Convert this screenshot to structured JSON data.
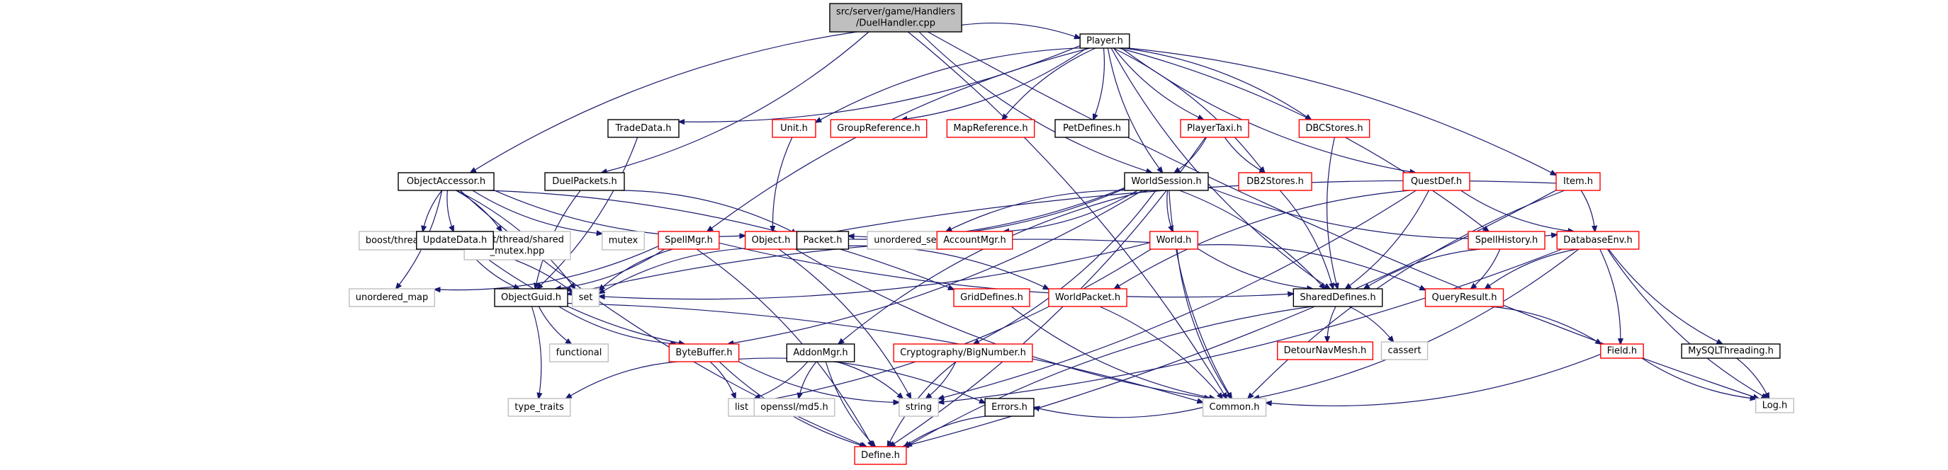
{
  "title": "Include dependency graph for DuelHandler.cpp",
  "colors": {
    "edge": "#191970",
    "documented_border": "#000000",
    "undocumented_border": "#ff0000",
    "system_border": "#bfbfbf",
    "root_fill": "#bfbfbf"
  },
  "nodes": [
    {
      "id": "root",
      "label": [
        "src/server/game/Handlers",
        "/DuelHandler.cpp"
      ],
      "kind": "root"
    },
    {
      "id": "player",
      "label": [
        "Player.h"
      ],
      "kind": "black"
    },
    {
      "id": "tradedata",
      "label": [
        "TradeData.h"
      ],
      "kind": "black"
    },
    {
      "id": "unit",
      "label": [
        "Unit.h"
      ],
      "kind": "red"
    },
    {
      "id": "groupref",
      "label": [
        "GroupReference.h"
      ],
      "kind": "red"
    },
    {
      "id": "mapref",
      "label": [
        "MapReference.h"
      ],
      "kind": "red"
    },
    {
      "id": "petdefines",
      "label": [
        "PetDefines.h"
      ],
      "kind": "black"
    },
    {
      "id": "playertaxi",
      "label": [
        "PlayerTaxi.h"
      ],
      "kind": "red"
    },
    {
      "id": "dbcstores",
      "label": [
        "DBCStores.h"
      ],
      "kind": "red"
    },
    {
      "id": "objectaccessor",
      "label": [
        "ObjectAccessor.h"
      ],
      "kind": "black"
    },
    {
      "id": "duelpackets",
      "label": [
        "DuelPackets.h"
      ],
      "kind": "black"
    },
    {
      "id": "worldsession",
      "label": [
        "WorldSession.h"
      ],
      "kind": "black"
    },
    {
      "id": "db2stores",
      "label": [
        "DB2Stores.h"
      ],
      "kind": "red"
    },
    {
      "id": "questdef",
      "label": [
        "QuestDef.h"
      ],
      "kind": "red"
    },
    {
      "id": "item",
      "label": [
        "Item.h"
      ],
      "kind": "red"
    },
    {
      "id": "boostlocks",
      "label": [
        "boost/thread/locks.hpp"
      ],
      "kind": "gray"
    },
    {
      "id": "boostshared",
      "label": [
        "boost/thread/shared",
        "_mutex.hpp"
      ],
      "kind": "gray"
    },
    {
      "id": "mutex",
      "label": [
        "mutex"
      ],
      "kind": "gray"
    },
    {
      "id": "updatedata",
      "label": [
        "UpdateData.h"
      ],
      "kind": "black"
    },
    {
      "id": "spellmgr",
      "label": [
        "SpellMgr.h"
      ],
      "kind": "red"
    },
    {
      "id": "object",
      "label": [
        "Object.h"
      ],
      "kind": "red"
    },
    {
      "id": "packet",
      "label": [
        "Packet.h"
      ],
      "kind": "black"
    },
    {
      "id": "unorderedset",
      "label": [
        "unordered_set"
      ],
      "kind": "gray"
    },
    {
      "id": "accountmgr",
      "label": [
        "AccountMgr.h"
      ],
      "kind": "red"
    },
    {
      "id": "world",
      "label": [
        "World.h"
      ],
      "kind": "red"
    },
    {
      "id": "spellhistory",
      "label": [
        "SpellHistory.h"
      ],
      "kind": "red"
    },
    {
      "id": "databaseenv",
      "label": [
        "DatabaseEnv.h"
      ],
      "kind": "red"
    },
    {
      "id": "unorderedmap",
      "label": [
        "unordered_map"
      ],
      "kind": "gray"
    },
    {
      "id": "objectguid",
      "label": [
        "ObjectGuid.h"
      ],
      "kind": "black"
    },
    {
      "id": "set",
      "label": [
        "set"
      ],
      "kind": "gray"
    },
    {
      "id": "griddefines",
      "label": [
        "GridDefines.h"
      ],
      "kind": "red"
    },
    {
      "id": "worldpacket",
      "label": [
        "WorldPacket.h"
      ],
      "kind": "red"
    },
    {
      "id": "shareddefines",
      "label": [
        "SharedDefines.h"
      ],
      "kind": "black"
    },
    {
      "id": "queryresult",
      "label": [
        "QueryResult.h"
      ],
      "kind": "red"
    },
    {
      "id": "functional",
      "label": [
        "functional"
      ],
      "kind": "gray"
    },
    {
      "id": "bytebuffer",
      "label": [
        "ByteBuffer.h"
      ],
      "kind": "red"
    },
    {
      "id": "addonmgr",
      "label": [
        "AddonMgr.h"
      ],
      "kind": "black"
    },
    {
      "id": "bignumber",
      "label": [
        "Cryptography/BigNumber.h"
      ],
      "kind": "red"
    },
    {
      "id": "detour",
      "label": [
        "DetourNavMesh.h"
      ],
      "kind": "red"
    },
    {
      "id": "cassert",
      "label": [
        "cassert"
      ],
      "kind": "gray"
    },
    {
      "id": "field",
      "label": [
        "Field.h"
      ],
      "kind": "red"
    },
    {
      "id": "mysqlthreading",
      "label": [
        "MySQLThreading.h"
      ],
      "kind": "black"
    },
    {
      "id": "typetraits",
      "label": [
        "type_traits"
      ],
      "kind": "gray"
    },
    {
      "id": "list",
      "label": [
        "list"
      ],
      "kind": "gray"
    },
    {
      "id": "opensslmd5",
      "label": [
        "openssl/md5.h"
      ],
      "kind": "gray"
    },
    {
      "id": "string",
      "label": [
        "string"
      ],
      "kind": "gray"
    },
    {
      "id": "errors",
      "label": [
        "Errors.h"
      ],
      "kind": "black"
    },
    {
      "id": "common",
      "label": [
        "Common.h"
      ],
      "kind": "gray"
    },
    {
      "id": "log",
      "label": [
        "Log.h"
      ],
      "kind": "gray"
    },
    {
      "id": "define",
      "label": [
        "Define.h"
      ],
      "kind": "red"
    }
  ],
  "edges": [
    [
      "root",
      "player"
    ],
    [
      "root",
      "objectaccessor"
    ],
    [
      "root",
      "duelpackets"
    ],
    [
      "root",
      "worldsession"
    ],
    [
      "root",
      "common"
    ],
    [
      "root",
      "log"
    ],
    [
      "player",
      "tradedata"
    ],
    [
      "player",
      "unit"
    ],
    [
      "player",
      "groupref"
    ],
    [
      "player",
      "mapref"
    ],
    [
      "player",
      "petdefines"
    ],
    [
      "player",
      "playertaxi"
    ],
    [
      "player",
      "dbcstores"
    ],
    [
      "player",
      "worldsession"
    ],
    [
      "player",
      "db2stores"
    ],
    [
      "player",
      "questdef"
    ],
    [
      "player",
      "item"
    ],
    [
      "player",
      "spellmgr"
    ],
    [
      "player",
      "spellhistory"
    ],
    [
      "player",
      "shareddefines"
    ],
    [
      "tradedata",
      "objectguid"
    ],
    [
      "unit",
      "object"
    ],
    [
      "playertaxi",
      "worldsession"
    ],
    [
      "playertaxi",
      "db2stores"
    ],
    [
      "playertaxi",
      "define"
    ],
    [
      "dbcstores",
      "shareddefines"
    ],
    [
      "db2stores",
      "shareddefines"
    ],
    [
      "objectaccessor",
      "boostlocks"
    ],
    [
      "objectaccessor",
      "boostshared"
    ],
    [
      "objectaccessor",
      "mutex"
    ],
    [
      "objectaccessor",
      "unorderedmap"
    ],
    [
      "objectaccessor",
      "updatedata"
    ],
    [
      "objectaccessor",
      "set"
    ],
    [
      "objectaccessor",
      "object"
    ],
    [
      "objectaccessor",
      "griddefines"
    ],
    [
      "objectaccessor",
      "define"
    ],
    [
      "duelpackets",
      "packet"
    ],
    [
      "duelpackets",
      "objectguid"
    ],
    [
      "worldsession",
      "packet"
    ],
    [
      "worldsession",
      "unorderedset"
    ],
    [
      "worldsession",
      "accountmgr"
    ],
    [
      "worldsession",
      "world"
    ],
    [
      "worldsession",
      "object"
    ],
    [
      "worldsession",
      "databaseenv"
    ],
    [
      "worldsession",
      "shareddefines"
    ],
    [
      "worldsession",
      "addonmgr"
    ],
    [
      "worldsession",
      "bignumber"
    ],
    [
      "worldsession",
      "common"
    ],
    [
      "worldsession",
      "bytebuffer"
    ],
    [
      "questdef",
      "databaseenv"
    ],
    [
      "questdef",
      "shareddefines"
    ],
    [
      "questdef",
      "worldpacket"
    ],
    [
      "questdef",
      "string"
    ],
    [
      "item",
      "object"
    ],
    [
      "item",
      "databaseenv"
    ],
    [
      "item",
      "common"
    ],
    [
      "item",
      "define"
    ],
    [
      "updatedata",
      "objectguid"
    ],
    [
      "updatedata",
      "set"
    ],
    [
      "updatedata",
      "bytebuffer"
    ],
    [
      "spellmgr",
      "unorderedmap"
    ],
    [
      "spellmgr",
      "set"
    ],
    [
      "spellmgr",
      "objectguid"
    ],
    [
      "spellmgr",
      "shareddefines"
    ],
    [
      "spellmgr",
      "define"
    ],
    [
      "object",
      "set"
    ],
    [
      "object",
      "string"
    ],
    [
      "object",
      "common"
    ],
    [
      "packet",
      "worldpacket"
    ],
    [
      "world",
      "objectguid"
    ],
    [
      "world",
      "set"
    ],
    [
      "world",
      "shareddefines"
    ],
    [
      "world",
      "queryresult"
    ],
    [
      "world",
      "common"
    ],
    [
      "world",
      "list"
    ],
    [
      "spellhistory",
      "shareddefines"
    ],
    [
      "spellhistory",
      "queryresult"
    ],
    [
      "databaseenv",
      "queryresult"
    ],
    [
      "databaseenv",
      "field"
    ],
    [
      "databaseenv",
      "mysqlthreading"
    ],
    [
      "databaseenv",
      "common"
    ],
    [
      "databaseenv",
      "log"
    ],
    [
      "databaseenv",
      "string"
    ],
    [
      "objectguid",
      "functional"
    ],
    [
      "objectguid",
      "typetraits"
    ],
    [
      "objectguid",
      "bytebuffer"
    ],
    [
      "objectguid",
      "common"
    ],
    [
      "griddefines",
      "common"
    ],
    [
      "worldpacket",
      "common"
    ],
    [
      "shareddefines",
      "detour"
    ],
    [
      "shareddefines",
      "cassert"
    ],
    [
      "shareddefines",
      "define"
    ],
    [
      "queryresult",
      "field"
    ],
    [
      "bytebuffer",
      "typetraits"
    ],
    [
      "bytebuffer",
      "list"
    ],
    [
      "bytebuffer",
      "string"
    ],
    [
      "bytebuffer",
      "errors"
    ],
    [
      "bytebuffer",
      "define"
    ],
    [
      "addonmgr",
      "list"
    ],
    [
      "addonmgr",
      "opensslmd5"
    ],
    [
      "addonmgr",
      "string"
    ],
    [
      "addonmgr",
      "define"
    ],
    [
      "bignumber",
      "string"
    ],
    [
      "bignumber",
      "define"
    ],
    [
      "field",
      "common"
    ],
    [
      "field",
      "log"
    ],
    [
      "mysqlthreading",
      "log"
    ],
    [
      "errors",
      "define"
    ],
    [
      "common",
      "errors"
    ]
  ]
}
